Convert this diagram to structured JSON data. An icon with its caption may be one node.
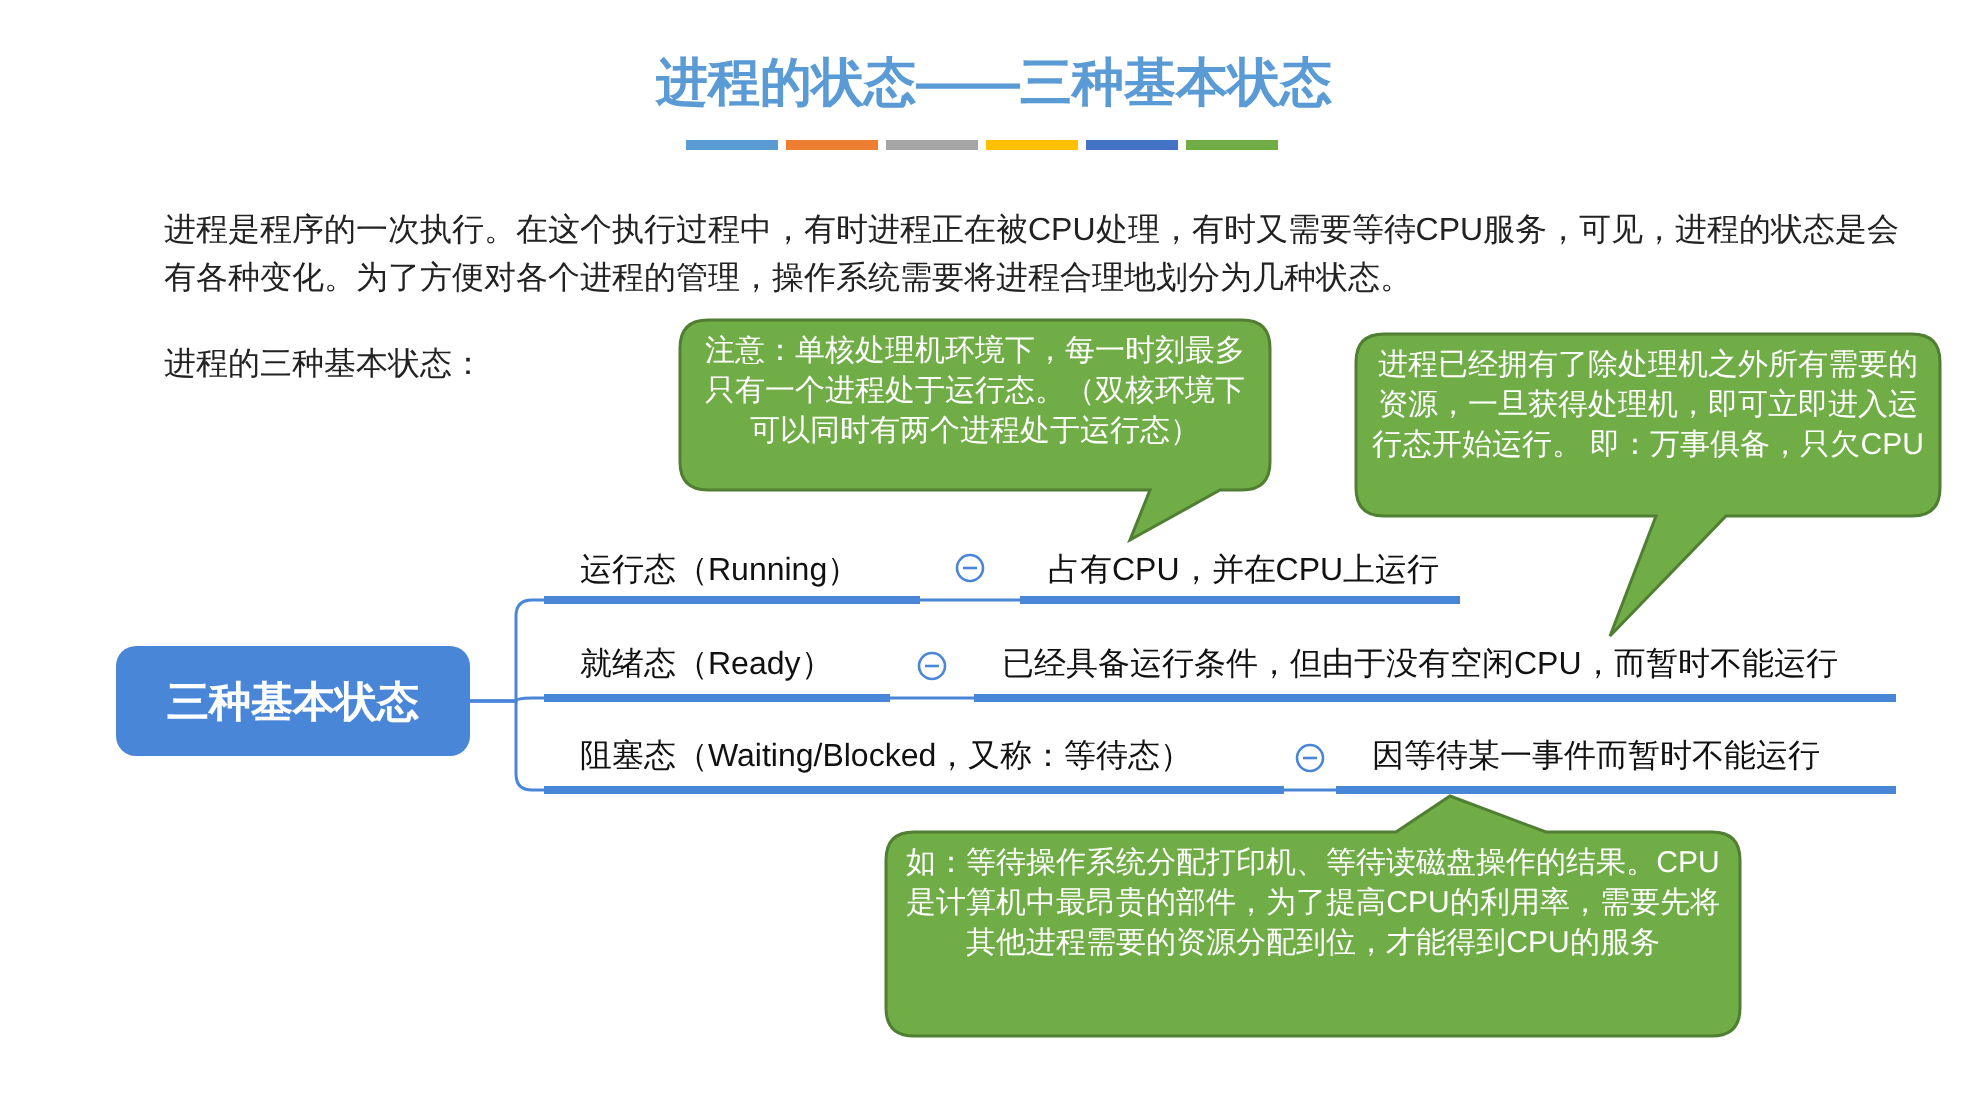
{
  "diagram": {
    "title": "进程的状态——三种基本状态",
    "nodes": [
      {
        "text": [
          "三种基本状态"
        ]
      },
      {
        "text": [
          "运行态（Running）"
        ]
      },
      {
        "text": [
          "占有CPU，并在CPU上运行"
        ]
      },
      {
        "text": [
          "就绪态（Ready）"
        ]
      },
      {
        "text": [
          "已经具备运行条件，但由于没有空闲CPU，而暂时不能运行"
        ]
      },
      {
        "text": [
          "阻塞态（Waiting/Blocked，又称：等待态）"
        ]
      },
      {
        "text": [
          "因等待某一事件而暂时不能运行"
        ]
      },
      {
        "text": [
          "注意：单核处理机环境下，每一时刻最多只有一个进程处于运行态。（双核环境下可以同时有两个进程处于运行态）"
        ]
      },
      {
        "text": [
          "进程已经拥有了除处理机之外所有需要的资源，一旦获得处理机，即可立即进入运行态开始运行。 即：万事俱备，只欠CPU"
        ]
      },
      {
        "text": [
          "如：等待操作系统分配打印机、等待读磁盘操作的结果。CPU是计算机中最昂贵的部件，为了提高CPU的利用率，需要先将其他进程需要的资源分配到位，才能得到CPU的服务"
        ]
      }
    ],
    "edges": [
      {
        "from": 0,
        "to": 1,
        "arrow": "none"
      },
      {
        "from": 0,
        "to": 3,
        "arrow": "none"
      },
      {
        "from": 0,
        "to": 5,
        "arrow": "none"
      },
      {
        "from": 1,
        "to": 2,
        "arrow": "none"
      },
      {
        "from": 3,
        "to": 4,
        "arrow": "none"
      },
      {
        "from": 5,
        "to": 6,
        "arrow": "none"
      }
    ],
    "labels": [
      "进程是程序的一次执行。在这个执行过程中，有时进程正在被CPU处理，有时又需要等待CPU服务，可见，进程的状态是会有各种变化。为了方便对各个进程的管理，操作系统需要将进程合理地划分为几种状态。",
      "进程的三种基本状态："
    ]
  }
}
